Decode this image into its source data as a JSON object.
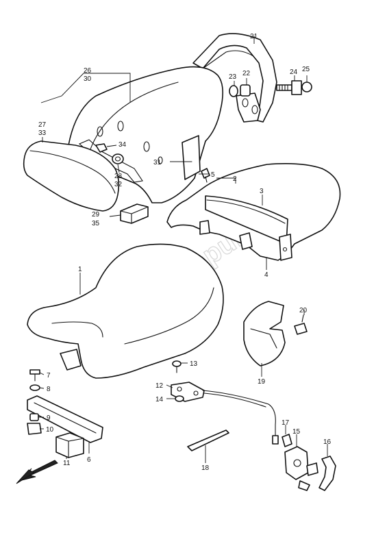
{
  "watermark": "PartsRepublik",
  "labels": {
    "p1": "1",
    "p2": "2",
    "p3": "3",
    "p4": "4",
    "p5": "5",
    "p6": "6",
    "p7": "7",
    "p8": "8",
    "p9": "9",
    "p10": "10",
    "p11": "11",
    "p12": "12",
    "p13": "13",
    "p14": "14",
    "p15": "15",
    "p16": "16",
    "p17": "17",
    "p18": "18",
    "p19": "19",
    "p20": "20",
    "p21": "21",
    "p22": "22",
    "p23": "23",
    "p24": "24",
    "p25": "25",
    "p26": "26",
    "p27": "27",
    "p28": "28",
    "p29": "29",
    "p30": "30",
    "p31": "31",
    "p32": "32",
    "p33": "33",
    "p34": "34",
    "p35": "35"
  },
  "icons": {
    "front_arrow": "arrow-down-left-icon"
  }
}
